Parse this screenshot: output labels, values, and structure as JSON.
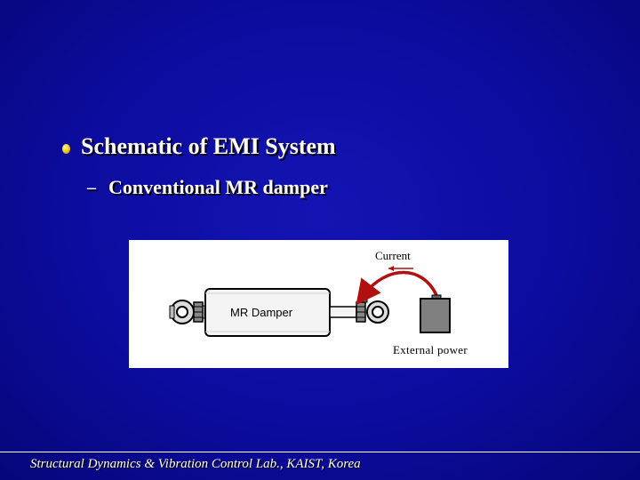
{
  "slide": {
    "heading": "Schematic of EMI System",
    "subheading": "Conventional MR damper",
    "sub_dash": "–"
  },
  "figure": {
    "current_label": "Current",
    "damper_label": "MR Damper",
    "power_label": "External power"
  },
  "footer": {
    "text": "Structural Dynamics & Vibration Control Lab., KAIST, Korea"
  },
  "colors": {
    "background": "#0c0c9e",
    "bullet": "#e6c200",
    "arrow": "#b01010"
  }
}
